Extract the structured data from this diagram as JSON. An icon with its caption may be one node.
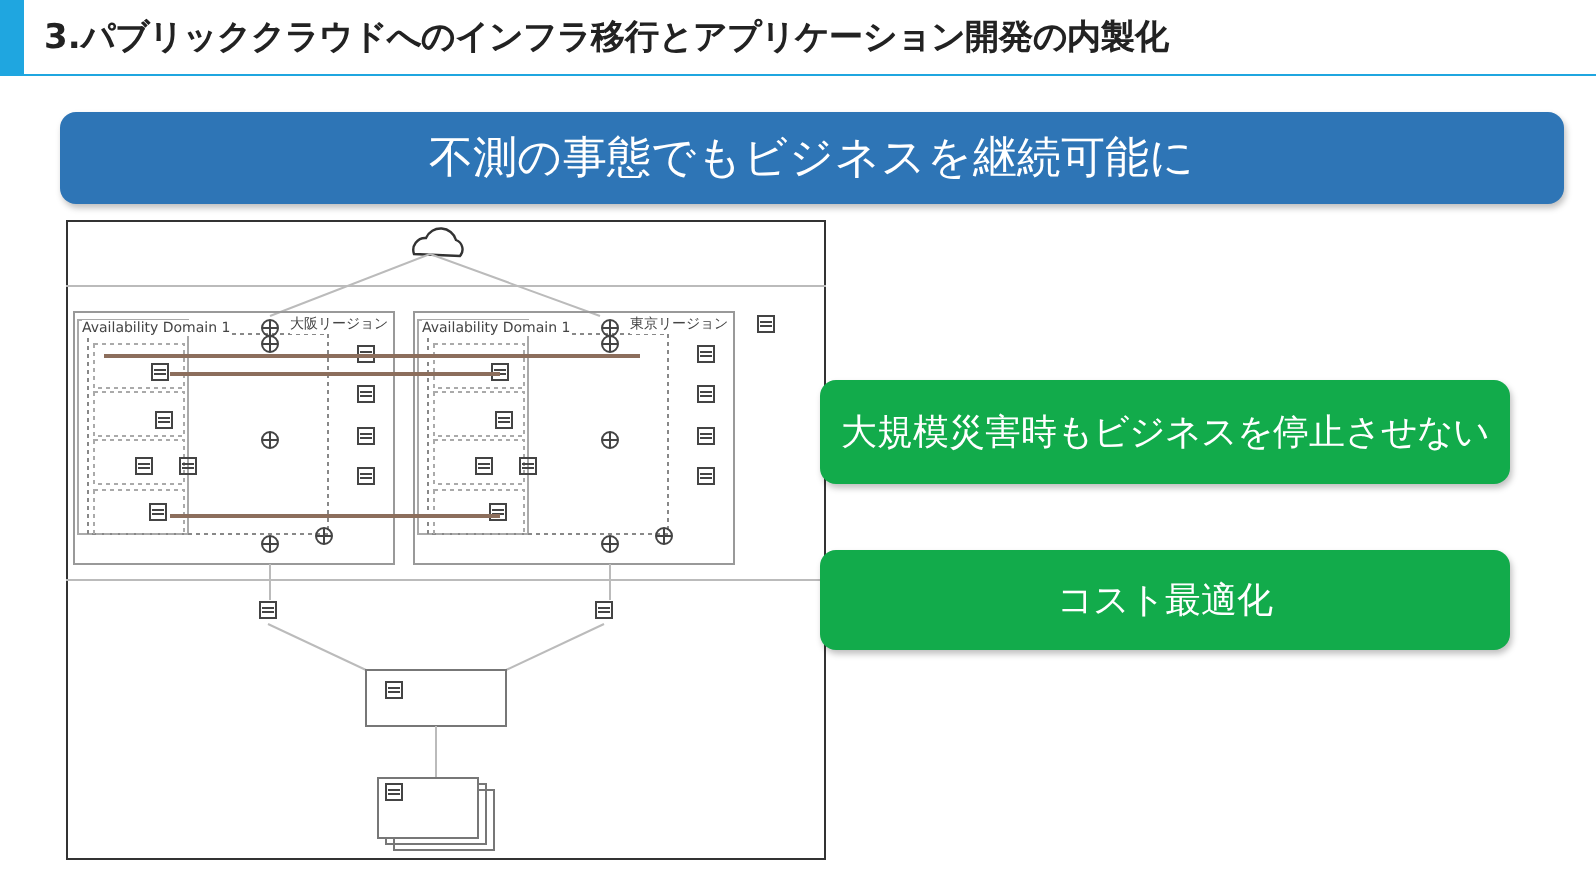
{
  "diagram": {
    "title": "3.パブリッククラウドへのインフラ移行とアプリケーション開発の内製化",
    "nodes": [
      {
        "text": [
          "不測の事態でもビジネスを継続可能に"
        ]
      },
      {
        "text": [],
        "shape": "picture"
      },
      {
        "text": [
          "大規模災害時もビジネスを停止させない"
        ]
      },
      {
        "text": [
          "コスト最適化"
        ]
      }
    ],
    "labels": [
      "大阪リージョン",
      "東京リージョン",
      "Availability Domain 1",
      "Availability Domain 1"
    ]
  }
}
